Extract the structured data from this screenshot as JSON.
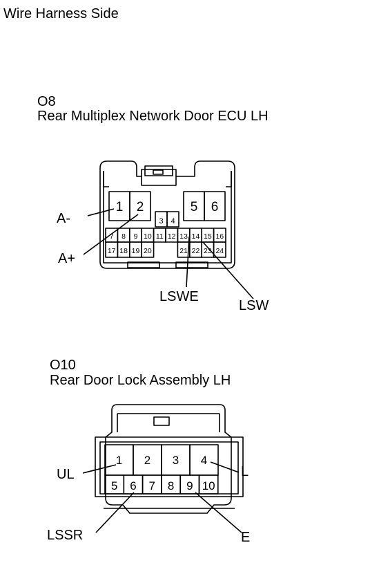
{
  "page_title": "Wire Harness Side",
  "connector_o8": {
    "code": "O8",
    "name": "Rear Multiplex Network Door ECU LH",
    "big_pins": [
      "1",
      "2",
      "5",
      "6"
    ],
    "small_top": [
      "3",
      "4"
    ],
    "row1": [
      "7",
      "8",
      "9",
      "10",
      "11",
      "12",
      "13",
      "14",
      "15",
      "16"
    ],
    "row2_left": [
      "17",
      "18",
      "19",
      "20"
    ],
    "row2_right": [
      "21",
      "22",
      "23",
      "24"
    ],
    "labels": {
      "a_minus": "A-",
      "a_plus": "A+",
      "lswe": "LSWE",
      "lsw": "LSW"
    }
  },
  "connector_o10": {
    "code": "O10",
    "name": "Rear Door Lock Assembly LH",
    "top_row": [
      "1",
      "2",
      "3",
      "4"
    ],
    "bottom_row": [
      "5",
      "6",
      "7",
      "8",
      "9",
      "10"
    ],
    "labels": {
      "ul": "UL",
      "l": "L",
      "lssr": "LSSR",
      "e": "E"
    }
  }
}
